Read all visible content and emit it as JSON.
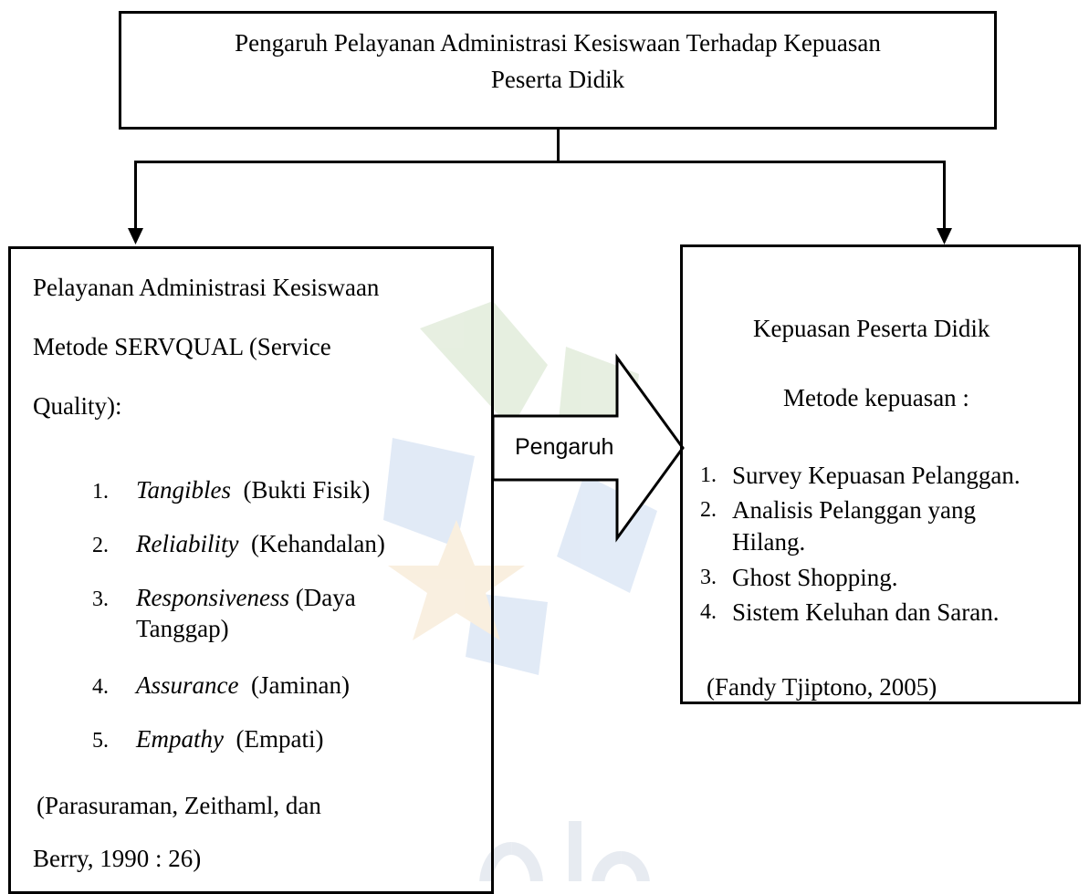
{
  "top_box": {
    "line1": "Pengaruh Pelayanan Administrasi Kesiswaan Terhadap Kepuasan",
    "line2": "Peserta Didik"
  },
  "left_box": {
    "title": "Pelayanan Administrasi Kesiswaan",
    "method_line1": "Metode SERVQUAL (Service",
    "method_line2": "Quality):",
    "items": [
      {
        "num": "1.",
        "term": "Tangibles",
        "desc": "(Bukti Fisik)"
      },
      {
        "num": "2.",
        "term": "Reliability",
        "desc": "(Kehandalan)"
      },
      {
        "num": "3.",
        "term": "Responsiveness",
        "desc": "(Daya",
        "desc2": "Tanggap)"
      },
      {
        "num": "4.",
        "term": "Assurance",
        "desc": "(Jaminan)"
      },
      {
        "num": "5.",
        "term": "Empathy",
        "desc": "(Empati)"
      }
    ],
    "citation_line1": "(Parasuraman, Zeithaml, dan",
    "citation_line2": "Berry, 1990 : 26)"
  },
  "arrow_label": "Pengaruh",
  "right_box": {
    "title": "Kepuasan Peserta Didik",
    "method": "Metode kepuasan :",
    "items": [
      {
        "num": "1.",
        "text": "Survey Kepuasan Pelanggan."
      },
      {
        "num": "2.",
        "text": "Analisis Pelanggan yang",
        "text2": "Hilang."
      },
      {
        "num": "3.",
        "text": "Ghost Shopping."
      },
      {
        "num": "4.",
        "text": "Sistem Keluhan dan Saran."
      }
    ],
    "citation": "(Fandy Tjiptono, 2005)"
  },
  "colors": {
    "stroke": "#000000",
    "background": "#ffffff"
  }
}
